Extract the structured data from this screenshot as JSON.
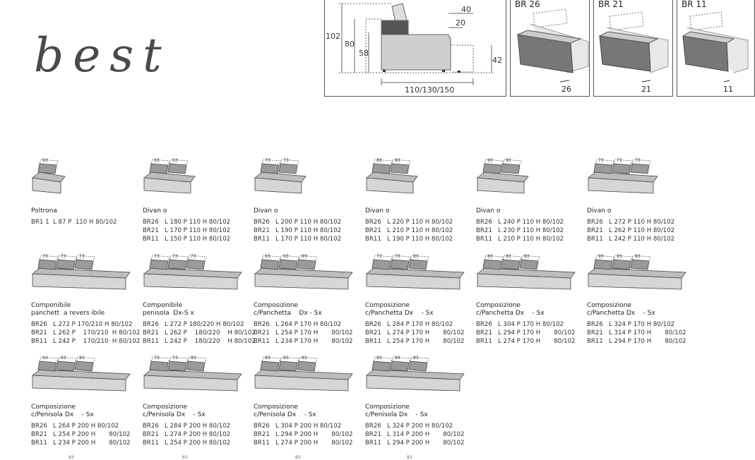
{
  "page_title": "best",
  "section_diagram": {
    "dims": {
      "h_total": "102",
      "h_back": "80",
      "h_seat": "58",
      "w_top": "40",
      "w_arm": "20",
      "h_arm": "42",
      "depth": "110/130/150"
    }
  },
  "armrests": [
    {
      "label": "BR 26",
      "width": "26"
    },
    {
      "label": "BR 21",
      "width": "21"
    },
    {
      "label": "BR 11",
      "width": "11"
    }
  ],
  "products": [
    {
      "name": "Poltrona",
      "seats": [
        "63"
      ],
      "specs": [
        "BR1 1  L 87 P  110 H 80/102"
      ]
    },
    {
      "name": "Divan o",
      "seats": [
        "63",
        "63"
      ],
      "specs": [
        "BR26   L 180 P 110 H 80/102",
        "BR21   L 170 P 110 H 80/102",
        "BR11   L 150 P 110 H 80/102"
      ]
    },
    {
      "name": "Divan o",
      "seats": [
        "73",
        "73"
      ],
      "specs": [
        "BR26   L 200 P 110 H 80/102",
        "BR21   L 190 P 110 H 80/102",
        "BR11   L 170 P 110 H 80/102"
      ]
    },
    {
      "name": "Divan o",
      "seats": [
        "83",
        "83"
      ],
      "specs": [
        "BR26   L 220 P 110 H 80/102",
        "BR21   L 210 P 110 H 80/102",
        "BR11   L 190 P 110 H 80/102"
      ]
    },
    {
      "name": "Divan o",
      "seats": [
        "93",
        "93"
      ],
      "specs": [
        "BR26   L 240 P 110 H 80/102",
        "BR21   L 230 P 110 H 80/102",
        "BR11   L 210 P 110 H 80/102"
      ]
    },
    {
      "name": "Divan o",
      "seats": [
        "73",
        "73",
        "73"
      ],
      "specs": [
        "BR26   L 272 P 110 H 80/102",
        "BR21   L 262 P 110 H 80/102",
        "BR11   L 242 P 110 H 80/102"
      ]
    },
    {
      "name": "Componibile\npanchett  a revers ibile",
      "seats": [
        "73",
        "73",
        "73"
      ],
      "specs": [
        "BR26   L 272 P 170/210 H 80/102",
        "BR21   L 262 P    170/210  H 80/102",
        "BR11   L 242 P    170/210  H 80/102"
      ]
    },
    {
      "name": "Componibile\npenisola  Dx-S x",
      "seats": [
        "73",
        "73",
        "73"
      ],
      "specs": [
        "BR26   L 272 P 180/220 H 80/102",
        "BR21   L 262 P    180/220    H 80/102",
        "BR11   L 242 P    180/220    H 80/102"
      ]
    },
    {
      "name": "Composizione\nc/Panchetta    Dx - Sx",
      "seats": [
        "63",
        "63",
        "83"
      ],
      "specs": [
        "BR26   L 264 P 170 H 80/102",
        "BR21   L 254 P 170 H       80/102",
        "BR11   L 234 P 170 H       80/102"
      ]
    },
    {
      "name": "Composizione\nc/Panchetta Dx    - Sx",
      "seats": [
        "73",
        "73",
        "83"
      ],
      "specs": [
        "BR26   L 284 P 170 H 80/102",
        "BR21   L 274 P 170 H       80/102",
        "BR11   L 254 P 170 H       80/102"
      ]
    },
    {
      "name": "Composizione\nc/Panchetta Dx    - Sx",
      "seats": [
        "83",
        "83",
        "83"
      ],
      "specs": [
        "BR26   L 304 P 170 H 80/102",
        "BR21   L 294 P 170 H       80/102",
        "BR11   L 274 P 170 H       80/102"
      ]
    },
    {
      "name": "Composizione\nc/Panchetta Dx    - Sx",
      "seats": [
        "93",
        "93",
        "83"
      ],
      "specs": [
        "BR26   L 324 P 170 H 80/102",
        "BR21   L 314 P 170 H       80/102",
        "BR11   L 294 P 170 H       80/102"
      ]
    },
    {
      "name": "Composizione\nc/Penisola Dx    - Sx",
      "seats": [
        "63",
        "63",
        "83"
      ],
      "specs": [
        "BR26   L 264 P 200 H 80/102",
        "BR21   L 254 P 200 H       80/102",
        "BR11   L 234 P 200 H       80/102"
      ]
    },
    {
      "name": "Composizione\nc/Penisola Dx    - Sx",
      "seats": [
        "73",
        "73",
        "83"
      ],
      "specs": [
        "BR26   L 284 P 200 H 80/102",
        "BR21   L 274 P 200 H 80/102",
        "BR11   L 254 P 200 H 80/102"
      ]
    },
    {
      "name": "Composizione\nc/Penisola Dx    - Sx",
      "seats": [
        "83",
        "83",
        "83"
      ],
      "specs": [
        "BR26   L 304 P 200 H 80/102",
        "BR21   L 294 P 200 H       80/102",
        "BR11   L 274 P 200 H       80/102"
      ]
    },
    {
      "name": "Composizione\nc/Penisola Dx    - Sx",
      "seats": [
        "93",
        "93",
        "83"
      ],
      "specs": [
        "BR26   L 324 P 200 H 80/102",
        "BR21   L 314 P 200 H       80/102",
        "BR11   L 294 P 200 H       80/102"
      ]
    }
  ],
  "cutoff_labels": [
    "83",
    "83",
    "83",
    "83"
  ]
}
